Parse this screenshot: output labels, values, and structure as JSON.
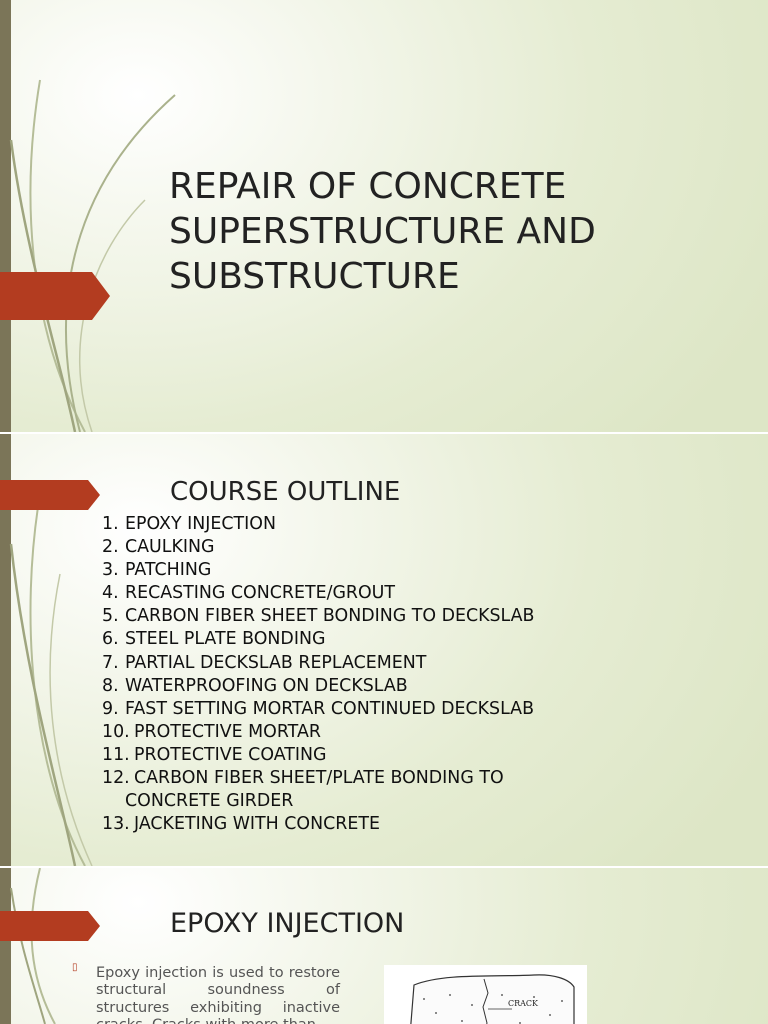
{
  "slides": {
    "title": {
      "heading": "REPAIR OF CONCRETE SUPERSTRUCTURE AND SUBSTRUCTURE"
    },
    "outline": {
      "heading": "COURSE OUTLINE",
      "items": [
        {
          "num": "1.",
          "text": "EPOXY INJECTION"
        },
        {
          "num": "2.",
          "text": "CAULKING"
        },
        {
          "num": "3.",
          "text": "PATCHING"
        },
        {
          "num": "4.",
          "text": "RECASTING CONCRETE/GROUT"
        },
        {
          "num": "5.",
          "text": "CARBON FIBER SHEET BONDING TO DECKSLAB"
        },
        {
          "num": "6.",
          "text": "STEEL PLATE BONDING"
        },
        {
          "num": "7.",
          "text": "PARTIAL DECKSLAB REPLACEMENT"
        },
        {
          "num": "8.",
          "text": "WATERPROOFING ON DECKSLAB"
        },
        {
          "num": "9.",
          "text": "FAST SETTING MORTAR CONTINUED DECKSLAB"
        },
        {
          "num": "10.",
          "text": "PROTECTIVE MORTAR"
        },
        {
          "num": "11.",
          "text": "PROTECTIVE COATING"
        },
        {
          "num": "12.",
          "text": "CARBON FIBER SHEET/PLATE BONDING TO CONCRETE GIRDER"
        },
        {
          "num": "13.",
          "text": "JACKETING WITH CONCRETE"
        }
      ]
    },
    "epoxy": {
      "heading": "EPOXY INJECTION",
      "bullet_text": "Epoxy injection is used to restore structural soundness of structures exhibiting inactive cracks. Cracks with more than",
      "figure_label": "CRACK"
    }
  },
  "colors": {
    "accent_tab": "#b33c20",
    "left_bar": "#7b7558",
    "background": "#e5ecd2"
  }
}
